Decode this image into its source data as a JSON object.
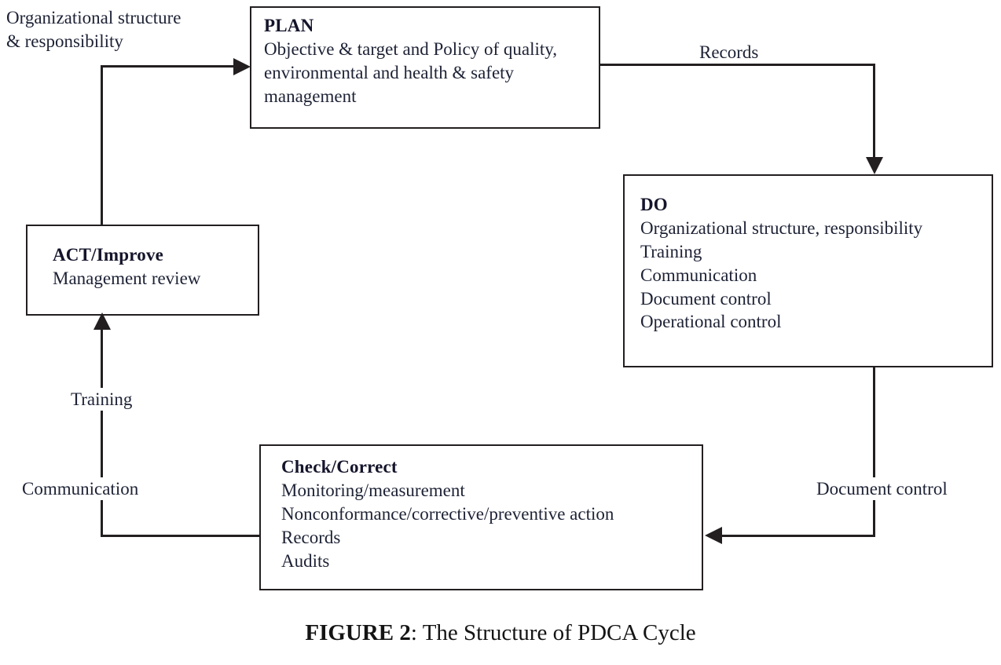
{
  "figure": {
    "caption_label": "FIGURE 2",
    "caption_text": ": The Structure of PDCA Cycle",
    "ink_color": "#231f20",
    "text_color": "#1d2235"
  },
  "nodes": {
    "plan": {
      "title": "PLAN",
      "body": "Objective & target and Policy of quality, environmental and health & safety management"
    },
    "do": {
      "title": "DO",
      "lines": [
        "Organizational structure, responsibility",
        "Training",
        "Communication",
        "Document control",
        "Operational control"
      ]
    },
    "check": {
      "title": "Check/Correct",
      "lines": [
        "Monitoring/measurement",
        "Nonconformance/corrective/preventive action",
        "Records",
        "Audits"
      ]
    },
    "act": {
      "title": "ACT/Improve",
      "lines": [
        "Management review"
      ]
    }
  },
  "edge_labels": {
    "act_to_plan_line1": "Organizational structure",
    "act_to_plan_line2": "& responsibility",
    "plan_to_do": "Records",
    "do_to_check": "Document control",
    "check_to_act_upper": "Training",
    "check_to_act_lower": "Communication"
  },
  "chart_data": {
    "type": "diagram",
    "title": "The Structure of PDCA Cycle",
    "nodes": [
      {
        "id": "plan",
        "label": "PLAN",
        "items": [
          "Objective & target and Policy of quality, environmental and health & safety management"
        ]
      },
      {
        "id": "do",
        "label": "DO",
        "items": [
          "Organizational structure, responsibility",
          "Training",
          "Communication",
          "Document control",
          "Operational control"
        ]
      },
      {
        "id": "check",
        "label": "Check/Correct",
        "items": [
          "Monitoring/measurement",
          "Nonconformance/corrective/preventive action",
          "Records",
          "Audits"
        ]
      },
      {
        "id": "act",
        "label": "ACT/Improve",
        "items": [
          "Management review"
        ]
      }
    ],
    "edges": [
      {
        "from": "plan",
        "to": "do",
        "label": "Records"
      },
      {
        "from": "do",
        "to": "check",
        "label": "Document control"
      },
      {
        "from": "check",
        "to": "act",
        "label": "Training / Communication"
      },
      {
        "from": "act",
        "to": "plan",
        "label": "Organizational structure & responsibility"
      }
    ]
  }
}
